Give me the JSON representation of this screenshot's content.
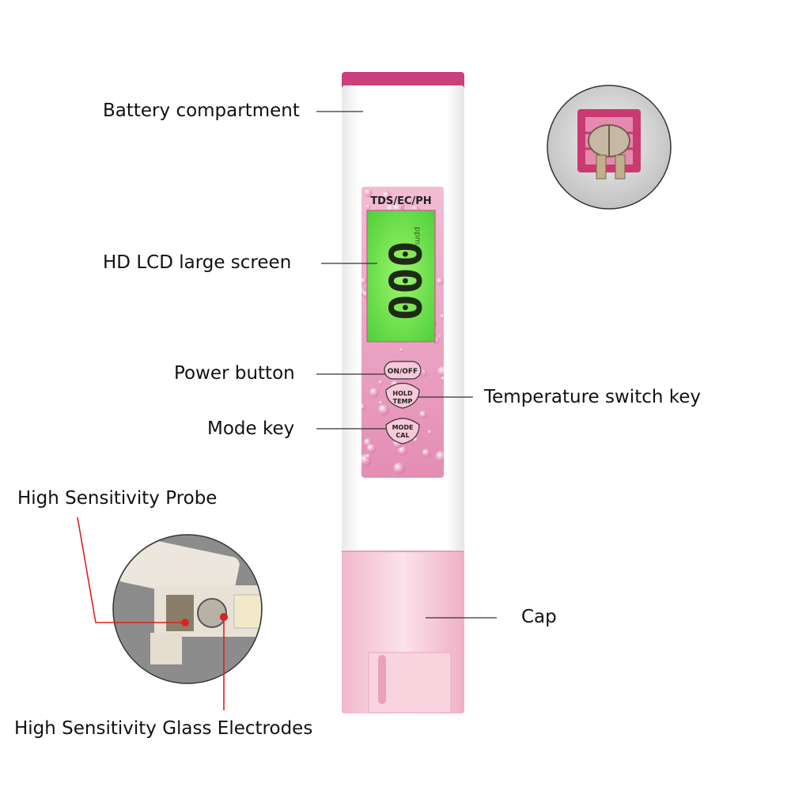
{
  "labels": {
    "battery": "Battery compartment",
    "lcd": "HD LCD large screen",
    "power": "Power button",
    "temperature": "Temperature switch key",
    "mode": "Mode key",
    "probe": "High Sensitivity Probe",
    "cap": "Cap",
    "electrodes": "High Sensitivity Glass Electrodes"
  },
  "device": {
    "model_text": "TDS/EC/PH",
    "unit_text": "ppm",
    "reading": "000",
    "buttons": {
      "on_off": "ON/OFF",
      "hold": "HOLD",
      "temp": "TEMP",
      "mode": "MODE",
      "cal": "CAL"
    }
  },
  "colors": {
    "accent": "#c9407a",
    "lcd_green": "#6ee84a",
    "body": "#ffffff",
    "pointer_red": "#e02020"
  }
}
